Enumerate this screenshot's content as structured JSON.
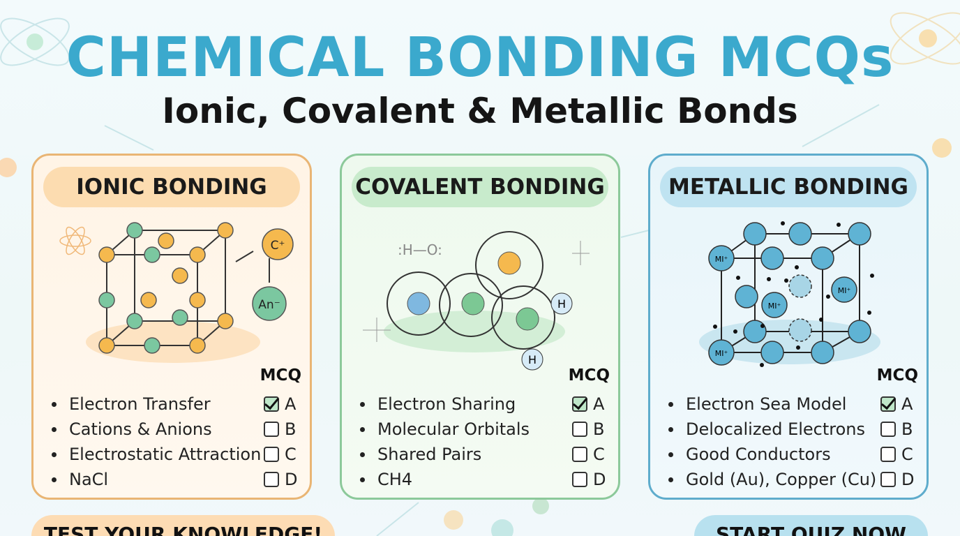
{
  "title": "CHEMICAL BONDING MCQs",
  "subtitle": "Ionic, Covalent & Metallic Bonds",
  "colors": {
    "title": "#3ba9cd",
    "ionic": "#e9b574",
    "covalent": "#8cc99a",
    "metallic": "#5eaccc"
  },
  "cards": [
    {
      "heading": "IONIC BONDING",
      "mcq_label": "MCQ",
      "labels": {
        "cation": "C⁺",
        "anion": "An⁻"
      },
      "items": [
        {
          "text": "Electron Transfer",
          "letter": "A",
          "checked": true
        },
        {
          "text": "Cations & Anions",
          "letter": "B",
          "checked": false
        },
        {
          "text": "Electrostatic Attraction",
          "letter": "C",
          "checked": false
        },
        {
          "text": "NaCl",
          "letter": "D",
          "checked": false
        }
      ]
    },
    {
      "heading": "COVALENT BONDING",
      "mcq_label": "MCQ",
      "labels": {
        "water": ":H—O:",
        "h": "H"
      },
      "items": [
        {
          "text": "Electron Sharing",
          "letter": "A",
          "checked": true
        },
        {
          "text": "Molecular Orbitals",
          "letter": "B",
          "checked": false
        },
        {
          "text": "Shared Pairs",
          "letter": "C",
          "checked": false
        },
        {
          "text": "CH4",
          "letter": "D",
          "checked": false
        }
      ]
    },
    {
      "heading": "METALLIC BONDING",
      "mcq_label": "MCQ",
      "labels": {
        "metal_ion": "MI⁺"
      },
      "items": [
        {
          "text": "Electron Sea Model",
          "letter": "A",
          "checked": true
        },
        {
          "text": "Delocalized Electrons",
          "letter": "B",
          "checked": false
        },
        {
          "text": "Good Conductors",
          "letter": "C",
          "checked": false
        },
        {
          "text": "Gold (Au), Copper (Cu)",
          "letter": "D",
          "checked": false
        }
      ]
    }
  ],
  "buttons": {
    "test": "TEST YOUR KNOWLEDGE!",
    "start": "START QUIZ NOW"
  }
}
